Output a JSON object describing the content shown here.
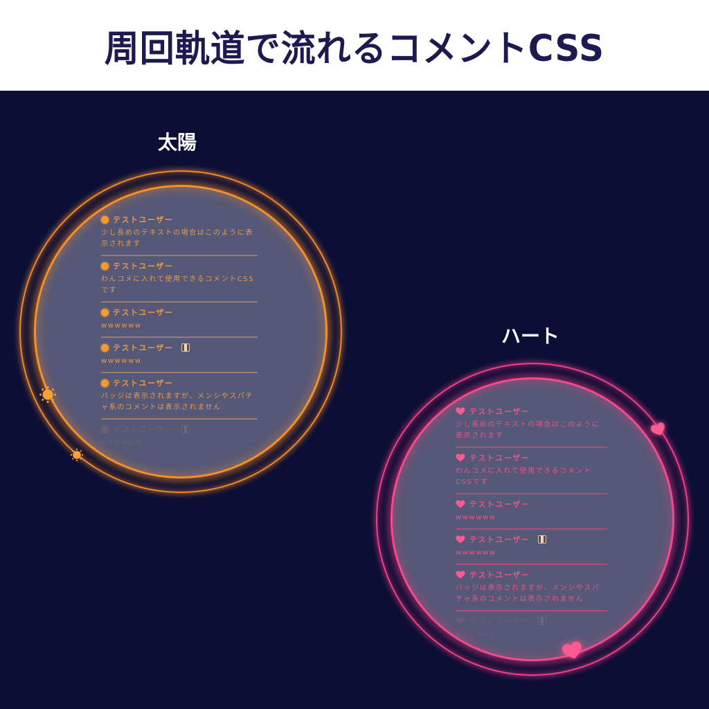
{
  "header": {
    "title": "周回軌道で流れるコメントCSS"
  },
  "colors": {
    "background": "#0b0e35",
    "header_bg": "#ffffff",
    "title_color": "#1c1a4f",
    "sun_accent": "#f59a2e",
    "heart_accent": "#ff4f8b",
    "panel_fill": "#565877"
  },
  "themes": [
    {
      "id": "sun",
      "label": "太陽",
      "icon": "sun-icon",
      "comments": [
        {
          "user": "テストユーザー",
          "text": "少し長めのテキストの場合はこのように表示されます",
          "badge": false
        },
        {
          "user": "テストユーザー",
          "text": "わんコメに入れて使用できるコメントCSSです",
          "badge": false
        },
        {
          "user": "テストユーザー",
          "text": "wwwwww",
          "badge": false
        },
        {
          "user": "テストユーザー",
          "text": "wwwwww",
          "badge": true
        },
        {
          "user": "テストユーザー",
          "text": "バッジは表示されますが、メンシやスパチャ系のコメントは表示されません",
          "badge": false
        },
        {
          "user": "テストユーザー",
          "text": "wwwwww",
          "badge": true,
          "faded": true
        }
      ]
    },
    {
      "id": "heart",
      "label": "ハート",
      "icon": "heart-icon",
      "comments": [
        {
          "user": "テストユーザー",
          "text": "少し長めのテキストの場合はこのように表示されます",
          "badge": false
        },
        {
          "user": "テストユーザー",
          "text": "わんコメに入れて使用できるコメントCSSです",
          "badge": false
        },
        {
          "user": "テストユーザー",
          "text": "wwwwww",
          "badge": false
        },
        {
          "user": "テストユーザー",
          "text": "wwwwww",
          "badge": true
        },
        {
          "user": "テストユーザー",
          "text": "バッジは表示されますが、メンシやスパチャ系のコメントは表示されません",
          "badge": false
        },
        {
          "user": "テストユーザー",
          "text": "wwwwww",
          "badge": true,
          "faded": true
        }
      ]
    }
  ]
}
